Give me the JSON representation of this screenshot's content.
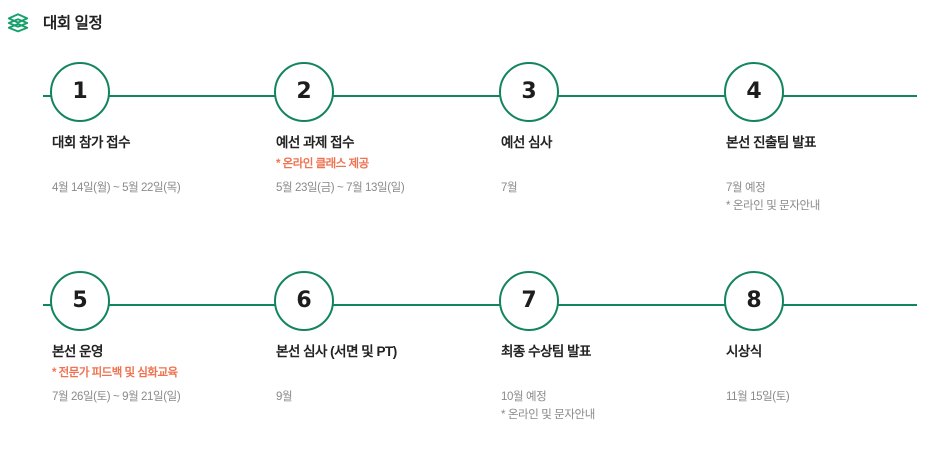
{
  "header": {
    "icon": "layers-stack-icon",
    "title": "대회 일정"
  },
  "colors": {
    "accent_green": "#13855d",
    "note_red": "#ef7351",
    "title_text": "#222222",
    "date_text": "#8a8a8a",
    "background": "#ffffff"
  },
  "timeline": {
    "rows": [
      {
        "steps": [
          {
            "number": "1",
            "title": "대회 참가 접수",
            "note": "",
            "dates": [
              "4월 14일(월) ~ 5월 22일(목)",
              ""
            ]
          },
          {
            "number": "2",
            "title": "예선 과제 접수",
            "note": "* 온라인 클래스 제공",
            "dates": [
              "5월 23일(금) ~ 7월 13일(일)",
              ""
            ]
          },
          {
            "number": "3",
            "title": "예선 심사",
            "note": "",
            "dates": [
              "7월",
              ""
            ]
          },
          {
            "number": "4",
            "title": "본선 진출팀 발표",
            "note": "",
            "dates": [
              "7월 예정",
              "* 온라인 및 문자안내"
            ]
          }
        ]
      },
      {
        "steps": [
          {
            "number": "5",
            "title": "본선 운영",
            "note": "* 전문가 피드백 및 심화교육",
            "dates": [
              "7월 26일(토) ~ 9월 21일(일)",
              ""
            ]
          },
          {
            "number": "6",
            "title": "본선 심사 (서면 및 PT)",
            "note": "",
            "dates": [
              "9월",
              ""
            ]
          },
          {
            "number": "7",
            "title": "최종 수상팀 발표",
            "note": "",
            "dates": [
              "10월 예정",
              "* 온라인 및 문자안내"
            ]
          },
          {
            "number": "8",
            "title": "시상식",
            "note": "",
            "dates": [
              "11월 15일(토)",
              ""
            ]
          }
        ]
      }
    ]
  }
}
